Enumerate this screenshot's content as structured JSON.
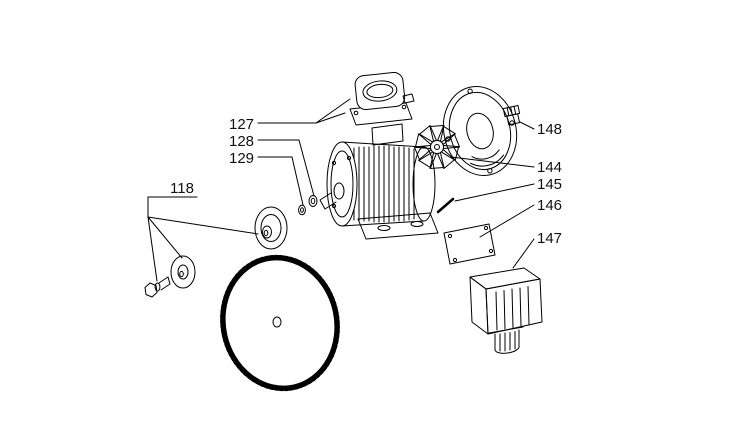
{
  "diagram": {
    "kind": "exploded-parts-diagram",
    "background": "#ffffff",
    "line_color": "#000000",
    "labels": [
      {
        "id": "127",
        "text": "127"
      },
      {
        "id": "128",
        "text": "128"
      },
      {
        "id": "129",
        "text": "129"
      },
      {
        "id": "118",
        "text": "118"
      },
      {
        "id": "148",
        "text": "148"
      },
      {
        "id": "144",
        "text": "144"
      },
      {
        "id": "145",
        "text": "145"
      },
      {
        "id": "146",
        "text": "146"
      },
      {
        "id": "147",
        "text": "147"
      }
    ]
  }
}
